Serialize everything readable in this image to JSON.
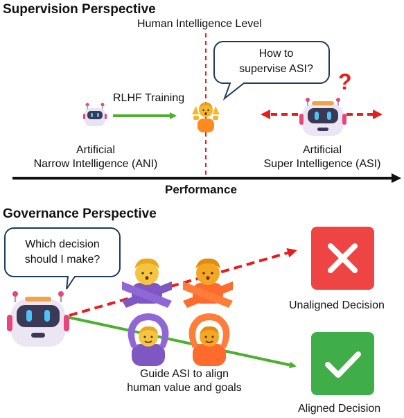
{
  "supervision": {
    "heading": "Supervision Perspective",
    "human_level_label": "Human Intelligence Level",
    "rlhf_label": "RLHF Training",
    "bubble_text_line1": "How to",
    "bubble_text_line2": "supervise ASI?",
    "question_mark": "?",
    "ani_line1": "Artificial",
    "ani_line2": "Narrow Intelligence (ANI)",
    "asi_line1": "Artificial",
    "asi_line2": "Super Intelligence (ASI)",
    "axis_label": "Performance"
  },
  "governance": {
    "heading": "Governance Perspective",
    "bubble_line1": "Which decision",
    "bubble_line2": "should I make?",
    "unaligned_label": "Unaligned Decision",
    "aligned_label": "Aligned Decision",
    "guide_line1": "Guide ASI to align",
    "guide_line2": "human value and goals"
  },
  "colors": {
    "red": "#e81c1c",
    "green": "#4caf2d",
    "reject_box": "#ef4444",
    "accept_box": "#3fae49",
    "bubble_border": "#1f3b57"
  },
  "icons": [
    "robot-icon",
    "person-shrug-icon",
    "person-cross-arms-icon",
    "person-ok-arms-icon",
    "x-mark-icon",
    "check-mark-icon",
    "question-mark-icon"
  ]
}
